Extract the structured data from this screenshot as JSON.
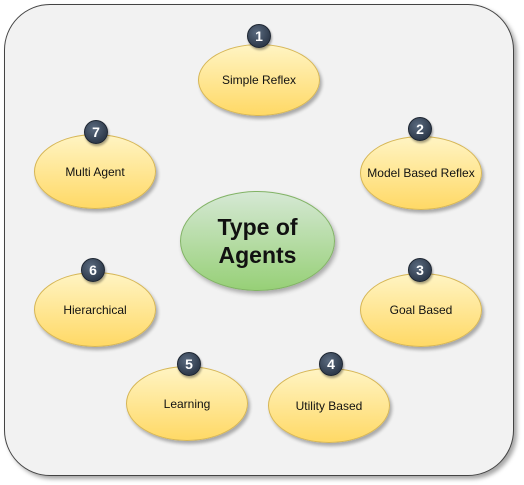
{
  "diagram": {
    "center_title": "Type of Agents",
    "nodes": [
      {
        "number": "1",
        "label": "Simple Reflex"
      },
      {
        "number": "2",
        "label": "Model Based Reflex"
      },
      {
        "number": "3",
        "label": "Goal Based"
      },
      {
        "number": "4",
        "label": "Utility Based"
      },
      {
        "number": "5",
        "label": "Learning"
      },
      {
        "number": "6",
        "label": "Hierarchical"
      },
      {
        "number": "7",
        "label": "Multi Agent"
      }
    ]
  },
  "colors": {
    "node_fill": "#ffd966",
    "node_border": "#d6b656",
    "center_fill": "#97d077",
    "center_border": "#82b366",
    "badge_fill": "#2f3b4c",
    "panel_fill": "#f2f2f2"
  }
}
